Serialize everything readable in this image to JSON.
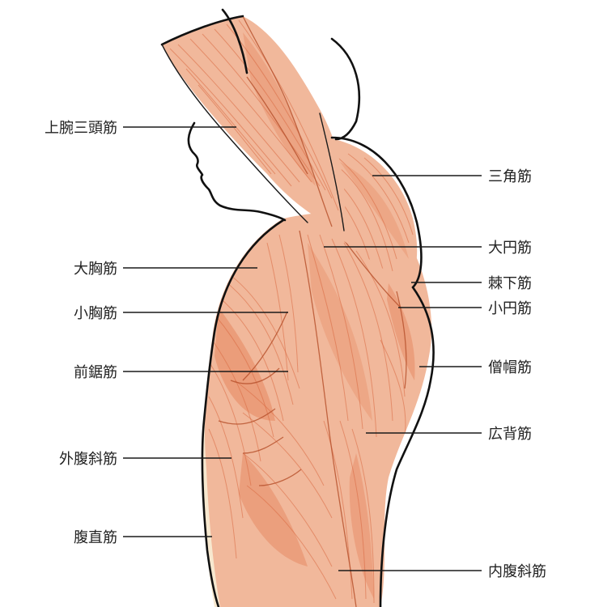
{
  "colors": {
    "muscle_fill": "#f1b89b",
    "muscle_shade": "#e6865f",
    "fiber": "#d9683f",
    "skin_edge": "#f7e8cf",
    "line": "#111111"
  },
  "labels_left": [
    {
      "id": "triceps",
      "text": "上腕三頭筋"
    },
    {
      "id": "pectoralis-major",
      "text": "大胸筋"
    },
    {
      "id": "pectoralis-minor",
      "text": "小胸筋"
    },
    {
      "id": "serratus-anterior",
      "text": "前鋸筋"
    },
    {
      "id": "external-oblique",
      "text": "外腹斜筋"
    },
    {
      "id": "rectus-abdominis",
      "text": "腹直筋"
    }
  ],
  "labels_right": [
    {
      "id": "deltoid",
      "text": "三角筋"
    },
    {
      "id": "teres-major",
      "text": "大円筋"
    },
    {
      "id": "infraspinatus",
      "text": "棘下筋"
    },
    {
      "id": "teres-minor",
      "text": "小円筋"
    },
    {
      "id": "trapezius",
      "text": "僧帽筋"
    },
    {
      "id": "latissimus-dorsi",
      "text": "広背筋"
    },
    {
      "id": "internal-oblique",
      "text": "内腹斜筋"
    }
  ]
}
